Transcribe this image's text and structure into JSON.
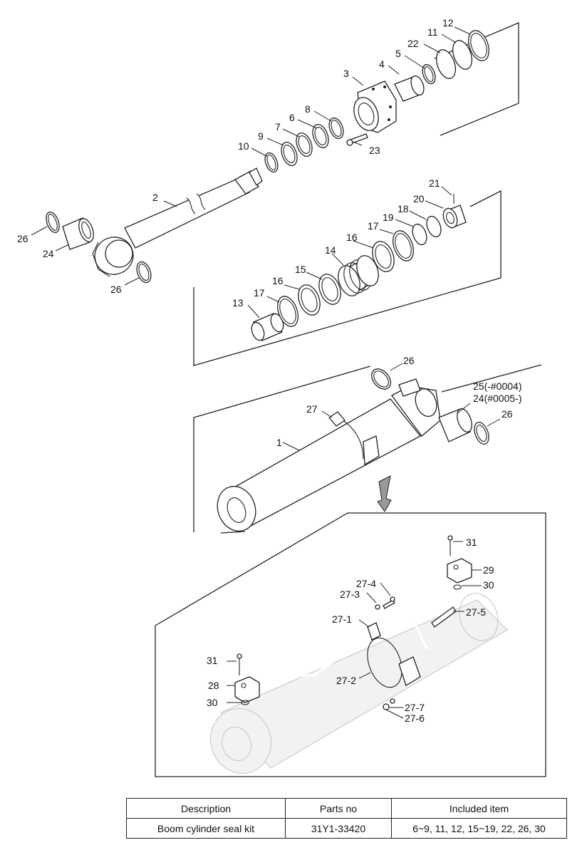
{
  "callouts": {
    "c1": "1",
    "c2": "2",
    "c3": "3",
    "c4": "4",
    "c5": "5",
    "c6": "6",
    "c7": "7",
    "c8": "8",
    "c9": "9",
    "c10": "10",
    "c11": "11",
    "c12": "12",
    "c13": "13",
    "c14": "14",
    "c15": "15",
    "c16a": "16",
    "c16b": "16",
    "c17a": "17",
    "c17b": "17",
    "c18": "18",
    "c19": "19",
    "c20": "20",
    "c21": "21",
    "c22": "22",
    "c23": "23",
    "c24a": "24",
    "c24b": "24(#0005-)",
    "c25": "25(-#0004)",
    "c26a": "26",
    "c26b": "26",
    "c26c": "26",
    "c26d": "26",
    "c27": "27",
    "c27_1": "27-1",
    "c27_2": "27-2",
    "c27_3": "27-3",
    "c27_4": "27-4",
    "c27_5": "27-5",
    "c27_6": "27-6",
    "c27_7": "27-7",
    "c28": "28",
    "c29": "29",
    "c30a": "30",
    "c30b": "30",
    "c31a": "31",
    "c31b": "31"
  },
  "table": {
    "headers": {
      "description": "Description",
      "parts_no": "Parts no",
      "included": "Included item"
    },
    "row": {
      "description": "Boom cylinder seal kit",
      "parts_no": "31Y1-33420",
      "included": "6~9, 11, 12, 15~19, 22, 26, 30"
    }
  }
}
